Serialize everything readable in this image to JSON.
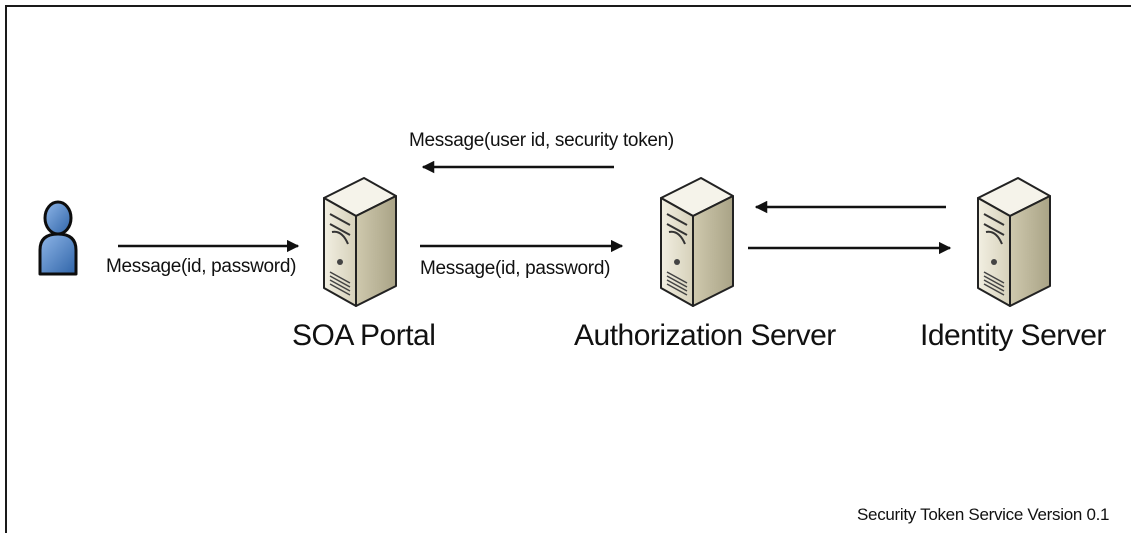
{
  "nodes": {
    "portal": "SOA Portal",
    "auth": "Authorization Server",
    "identity": "Identity Server"
  },
  "messages": {
    "user_to_portal": "Message(id, password)",
    "portal_to_auth": "Message(id, password)",
    "auth_to_portal": "Message(user id, security token)"
  },
  "footer": {
    "version": "Security Token Service Version 0.1"
  },
  "icons": {
    "user": "user-icon",
    "server": "server-icon"
  },
  "colors": {
    "user_blue": "#4d7fc0",
    "server_body": "#e6e2cf",
    "line": "#111111"
  }
}
